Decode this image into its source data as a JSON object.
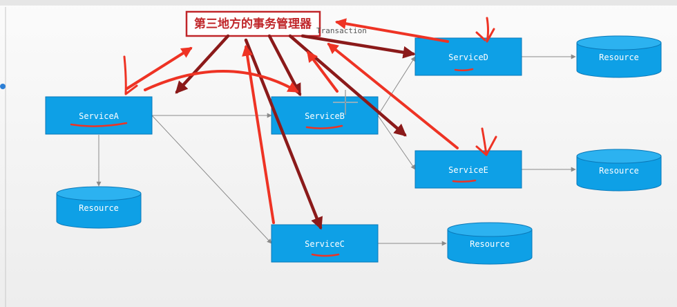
{
  "manager": {
    "label": "第三地方的事务管理器"
  },
  "transaction_label": "Transaction",
  "services": {
    "a": "ServiceA",
    "b": "ServiceB",
    "c": "ServiceC",
    "d": "ServiceD",
    "e": "ServiceE"
  },
  "resources": {
    "a": "Resource",
    "c": "Resource",
    "d": "Resource",
    "e": "Resource"
  },
  "colors": {
    "node_fill": "#0ea0e6",
    "node_stroke": "#0a78b8",
    "connector": "#8a8a8a",
    "arrow_bright": "#ee3324",
    "arrow_dark": "#8b1a1a",
    "manager_border": "#c0262a"
  }
}
